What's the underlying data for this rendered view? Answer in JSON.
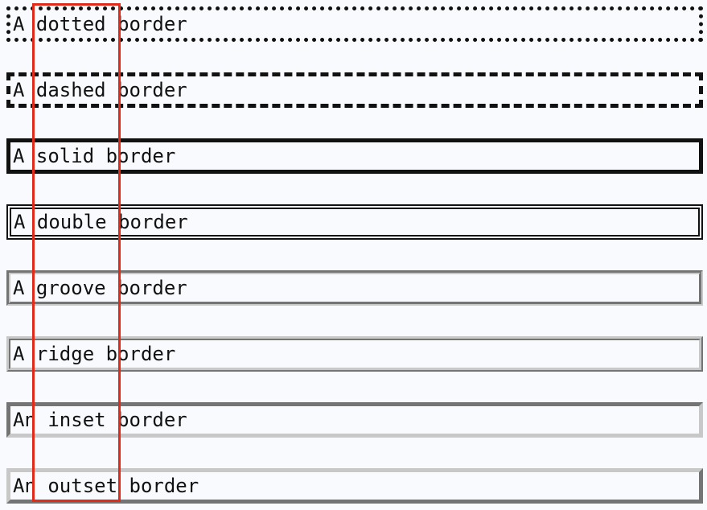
{
  "borders": {
    "dotted": "A dotted border",
    "dashed": "A dashed border",
    "solid": "A solid border",
    "double": "A double border",
    "groove": "A groove border",
    "ridge": "A ridge border",
    "inset": "An inset border",
    "outset": "An outset border"
  },
  "colors": {
    "highlight": "#e02a1a",
    "border_dark": "#111111",
    "border_light": "#c8c8c8",
    "background": "#f8fafd"
  }
}
